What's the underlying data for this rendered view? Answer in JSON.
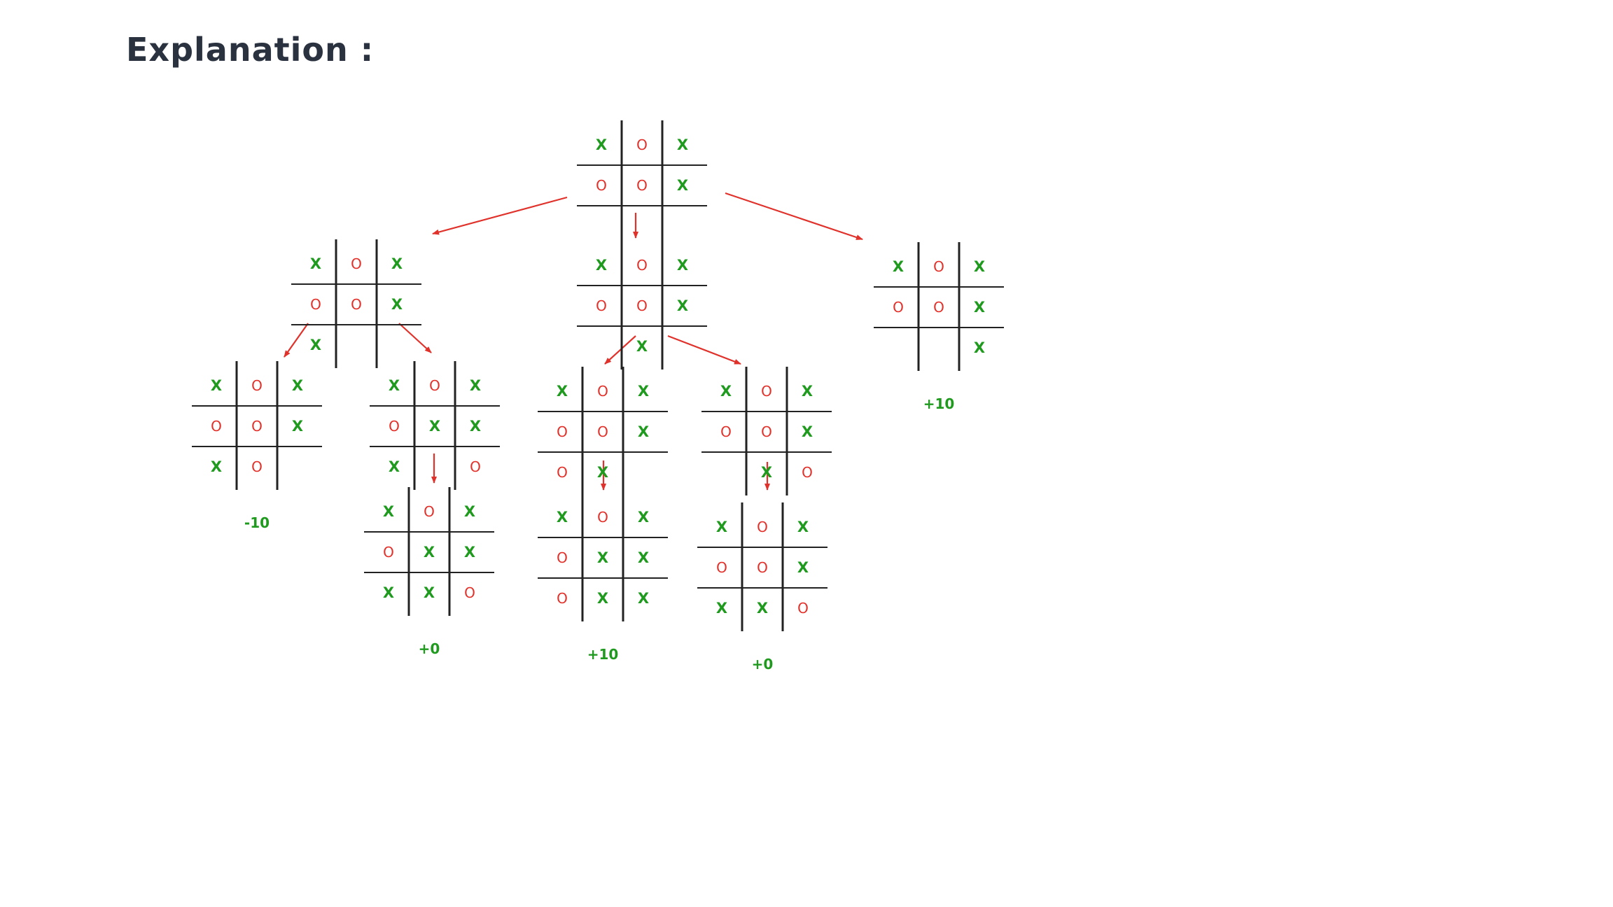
{
  "title": "Explanation :",
  "colors": {
    "x_mark": "#1f9a1f",
    "o_mark": "#e0312a",
    "arrow": "#e0312a",
    "grid": "#222222",
    "score": "#1f9a1f",
    "title": "#2a3240"
  },
  "boards": [
    {
      "id": "root",
      "cells": [
        "X",
        "O",
        "X",
        "O",
        "O",
        "X",
        "",
        "",
        ""
      ],
      "score": ""
    },
    {
      "id": "child-1",
      "cells": [
        "X",
        "O",
        "X",
        "O",
        "O",
        "X",
        "X",
        "",
        ""
      ],
      "score": ""
    },
    {
      "id": "child-2",
      "cells": [
        "X",
        "O",
        "X",
        "O",
        "O",
        "X",
        "",
        "X",
        ""
      ],
      "score": ""
    },
    {
      "id": "child-3",
      "cells": [
        "X",
        "O",
        "X",
        "O",
        "O",
        "X",
        "",
        "",
        "X"
      ],
      "score": "+10"
    },
    {
      "id": "child-1-a",
      "cells": [
        "X",
        "O",
        "X",
        "O",
        "O",
        "X",
        "X",
        "O",
        ""
      ],
      "score": "-10"
    },
    {
      "id": "child-1-b",
      "cells": [
        "X",
        "O",
        "X",
        "O",
        "X",
        "X",
        "X",
        "",
        "O"
      ],
      "score": ""
    },
    {
      "id": "child-2-a",
      "cells": [
        "X",
        "O",
        "X",
        "O",
        "O",
        "X",
        "O",
        "X",
        ""
      ],
      "score": ""
    },
    {
      "id": "child-2-b",
      "cells": [
        "X",
        "O",
        "X",
        "O",
        "O",
        "X",
        "",
        "X",
        "O"
      ],
      "score": ""
    },
    {
      "id": "child-1-b-1",
      "cells": [
        "X",
        "O",
        "X",
        "O",
        "X",
        "X",
        "X",
        "X",
        "O"
      ],
      "score": "+0"
    },
    {
      "id": "child-2-a-1",
      "cells": [
        "X",
        "O",
        "X",
        "O",
        "X",
        "X",
        "O",
        "X",
        "X"
      ],
      "score": "+10"
    },
    {
      "id": "child-2-b-1",
      "cells": [
        "X",
        "O",
        "X",
        "O",
        "O",
        "X",
        "X",
        "X",
        "O"
      ],
      "score": "+0"
    }
  ],
  "edges": [
    {
      "from": "root",
      "to": "child-1"
    },
    {
      "from": "root",
      "to": "child-2"
    },
    {
      "from": "root",
      "to": "child-3"
    },
    {
      "from": "child-1",
      "to": "child-1-a"
    },
    {
      "from": "child-1",
      "to": "child-1-b"
    },
    {
      "from": "child-2",
      "to": "child-2-a"
    },
    {
      "from": "child-2",
      "to": "child-2-b"
    },
    {
      "from": "child-1-b",
      "to": "child-1-b-1"
    },
    {
      "from": "child-2-a",
      "to": "child-2-a-1"
    },
    {
      "from": "child-2-b",
      "to": "child-2-b-1"
    }
  ]
}
